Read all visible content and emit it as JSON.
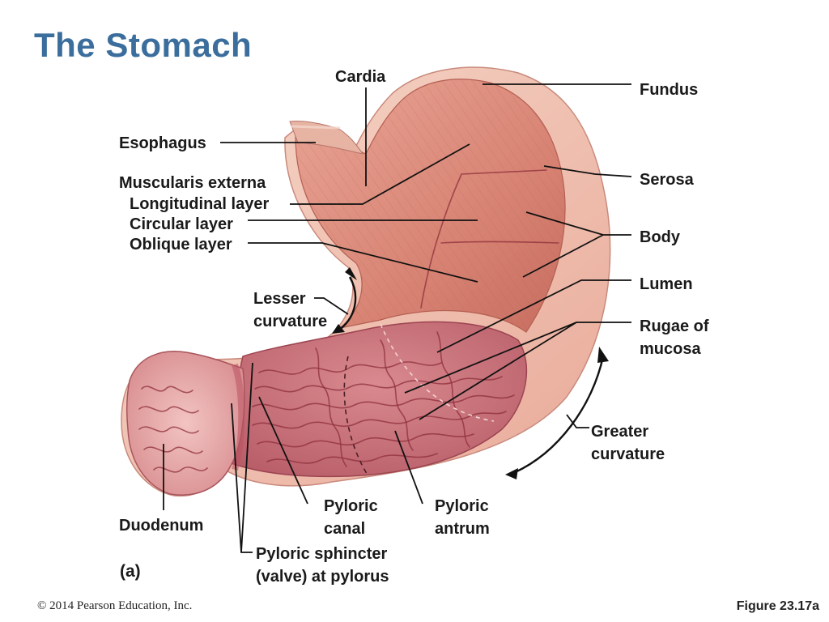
{
  "title": "The Stomach",
  "labels": {
    "cardia": "Cardia",
    "fundus": "Fundus",
    "esophagus": "Esophagus",
    "muscularis_externa": "Muscularis externa",
    "longitudinal_layer": "Longitudinal layer",
    "circular_layer": "Circular layer",
    "oblique_layer": "Oblique layer",
    "serosa": "Serosa",
    "body": "Body",
    "lumen": "Lumen",
    "lesser_curvature": "Lesser\ncurvature",
    "rugae_of_mucosa": "Rugae of\nmucosa",
    "greater_curvature": "Greater\ncurvature",
    "duodenum": "Duodenum",
    "pyloric_canal": "Pyloric\ncanal",
    "pyloric_antrum": "Pyloric\nantrum",
    "pyloric_sphincter": "Pyloric sphincter\n(valve) at pylorus",
    "part": "(a)"
  },
  "footer": {
    "copyright": "© 2014 Pearson Education, Inc.",
    "figure": "Figure 23.17a"
  },
  "colors": {
    "title": "#3b6e9c",
    "muscle": "#d98c7e",
    "mucosa": "#c9707a",
    "serosa": "#f3cfc0"
  }
}
